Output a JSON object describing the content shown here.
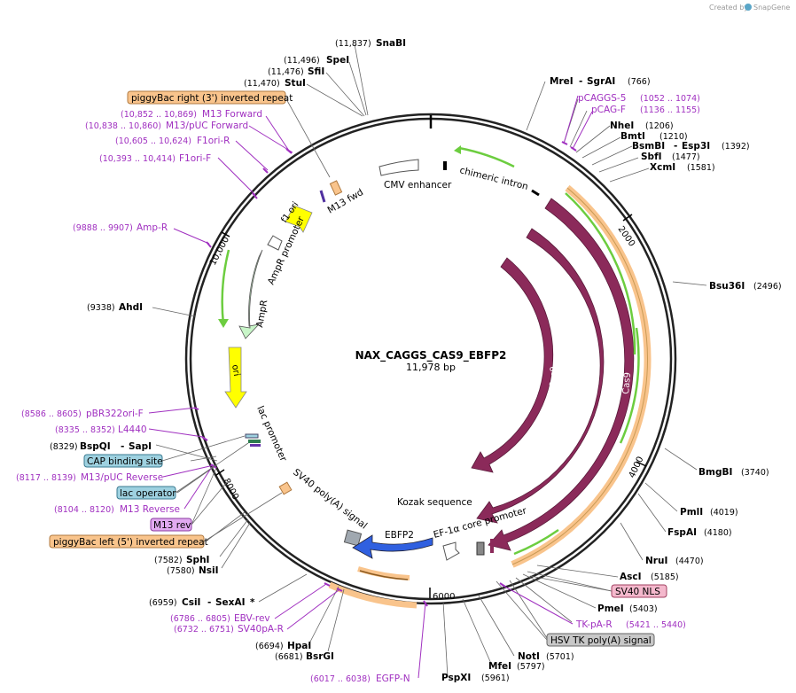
{
  "plasmid": {
    "name": "NAX_CAGGS_CAS9_EBFP2",
    "size": "11,978 bp"
  },
  "watermark": {
    "prefix": "Created by",
    "app": "SnapGene"
  },
  "ticks": [
    "2000",
    "4000",
    "6000",
    "8000",
    "10,000"
  ],
  "features": {
    "cmv_enhancer": "CMV enhancer",
    "chimeric_intron": "chimeric intron",
    "cas9": "Cas9",
    "f1_ori": "f1 ori",
    "ampr_promoter": "AmpR promoter",
    "ampr": "AmpR",
    "ori": "ori",
    "lac_promoter": "lac promoter",
    "m13_fwd": "M13 fwd",
    "sv40_polya_signal": "SV40 poly(A) signal",
    "kozak": "Kozak sequence",
    "ef1a_core_promoter": "EF-1α core promoter",
    "ebfp2": "EBFP2"
  },
  "sites": {
    "snabi": {
      "name": "SnaBI",
      "pos": "(11,837)"
    },
    "spei": {
      "name": "SpeI",
      "pos": "(11,496)"
    },
    "sfii": {
      "name": "SfiI",
      "pos": "(11,476)"
    },
    "stui": {
      "name": "StuI",
      "pos": "(11,470)"
    },
    "ahdi": {
      "name": "AhdI",
      "pos": "(9338)"
    },
    "bspqi": {
      "name": "BspQI",
      "name2": "SapI",
      "pos": "(8329)"
    },
    "sphi": {
      "name": "SphI",
      "pos": "(7582)"
    },
    "nsii": {
      "name": "NsiI",
      "pos": "(7580)"
    },
    "csii": {
      "name": "CsiI",
      "name2": "SexAI",
      "star": "*",
      "pos": "(6959)"
    },
    "hpai": {
      "name": "HpaI",
      "pos": "(6694)"
    },
    "bsrgi": {
      "name": "BsrGI",
      "pos": "(6681)"
    },
    "pspxi": {
      "name": "PspXI",
      "pos": "(5961)"
    },
    "mfei": {
      "name": "MfeI",
      "pos": "(5797)"
    },
    "noti": {
      "name": "NotI",
      "pos": "(5701)"
    },
    "pmei": {
      "name": "PmeI",
      "pos": "(5403)"
    },
    "asci": {
      "name": "AscI",
      "pos": "(5185)"
    },
    "nrui": {
      "name": "NruI",
      "pos": "(4470)"
    },
    "fspai": {
      "name": "FspAI",
      "pos": "(4180)"
    },
    "pmli": {
      "name": "PmlI",
      "pos": "(4019)"
    },
    "bmgbi": {
      "name": "BmgBI",
      "pos": "(3740)"
    },
    "bsu36i": {
      "name": "Bsu36I",
      "pos": "(2496)"
    },
    "xcmi": {
      "name": "XcmI",
      "pos": "(1581)"
    },
    "sbfi": {
      "name": "SbfI",
      "pos": "(1477)"
    },
    "bsmbi": {
      "name": "BsmBI",
      "name2": "Esp3I",
      "pos": "(1392)"
    },
    "bmti": {
      "name": "BmtI",
      "pos": "(1210)"
    },
    "nhei": {
      "name": "NheI",
      "pos": "(1206)"
    },
    "mrei": {
      "name": "MreI",
      "name2": "SgrAI",
      "pos": "(766)"
    }
  },
  "primers": {
    "pcaggs5": {
      "name": "pCAGGS-5",
      "pos": "(1052 .. 1074)"
    },
    "pcagf": {
      "name": "pCAG-F",
      "pos": "(1136 .. 1155)"
    },
    "m13forward": {
      "name": "M13 Forward",
      "pos": "(10,852 .. 10,869)"
    },
    "m13puc_fwd": {
      "name": "M13/pUC Forward",
      "pos": "(10,838 .. 10,860)"
    },
    "f1orir": {
      "name": "F1ori-R",
      "pos": "(10,605 .. 10,624)"
    },
    "f1orif": {
      "name": "F1ori-F",
      "pos": "(10,393 .. 10,414)"
    },
    "ampr": {
      "name": "Amp-R",
      "pos": "(9888 .. 9907)"
    },
    "pbr322": {
      "name": "pBR322ori-F",
      "pos": "(8586 .. 8605)"
    },
    "l4440": {
      "name": "L4440",
      "pos": "(8335 .. 8352)"
    },
    "m13puc_rev": {
      "name": "M13/pUC Reverse",
      "pos": "(8117 .. 8139)"
    },
    "m13reverse": {
      "name": "M13 Reverse",
      "pos": "(8104 .. 8120)"
    },
    "ebvrev": {
      "name": "EBV-rev",
      "pos": "(6786 .. 6805)"
    },
    "sv40par": {
      "name": "SV40pA-R",
      "pos": "(6732 .. 6751)"
    },
    "egfpn": {
      "name": "EGFP-N",
      "pos": "(6017 .. 6038)"
    },
    "tkpar": {
      "name": "TK-pA-R",
      "pos": "(5421 .. 5440)"
    }
  },
  "boxed": {
    "pb_right": "piggyBac right (3') inverted repeat",
    "cap": "CAP binding site",
    "lacop": "lac operator",
    "m13rev": "M13 rev",
    "pb_left": "piggyBac left (5') inverted repeat",
    "sv40nls": "SV40 NLS",
    "hsvtk": "HSV TK poly(A) signal"
  },
  "colors": {
    "cas9": "#8b2a5a",
    "ori_yellow": "#ffff00",
    "ampr_green": "#c8f5c8",
    "ebfp2_blue": "#3060e0",
    "orange_feature": "#f9c48c",
    "primer_purple": "#a030c0",
    "arrow_green": "#6ccd3f",
    "box_blue": "#9ed1e0",
    "box_pink": "#f4b8cc",
    "box_gray": "#c8c8c8",
    "box_orange": "#f9c48c",
    "box_violet": "#e1aaf0"
  }
}
